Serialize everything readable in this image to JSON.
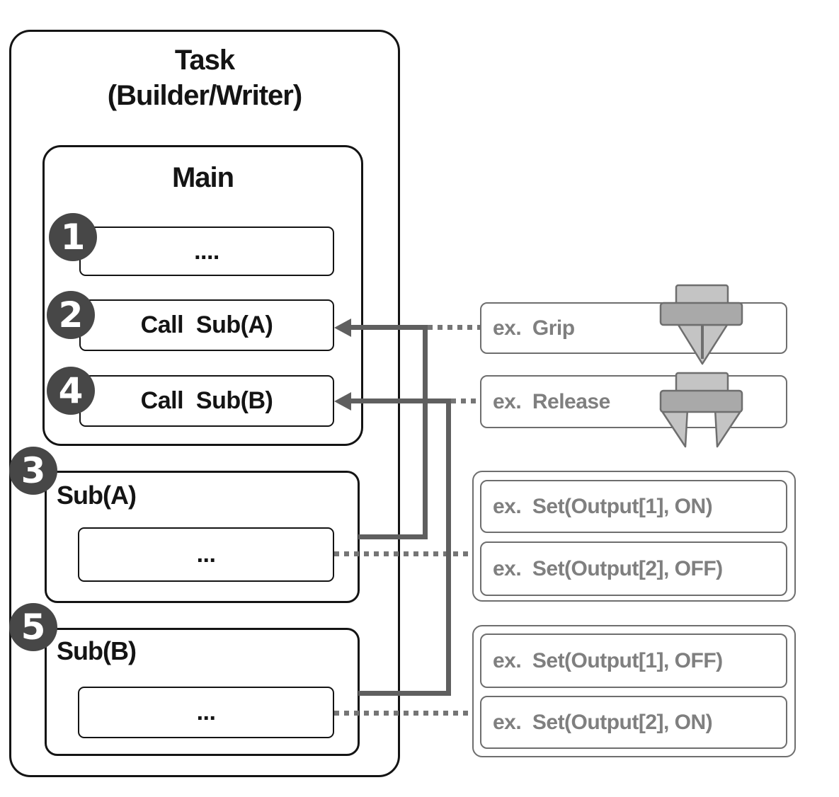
{
  "task": {
    "title_line1": "Task",
    "title_line2": "(Builder/Writer)"
  },
  "main": {
    "title": "Main",
    "steps": [
      {
        "num": "1",
        "label": "...."
      },
      {
        "num": "2",
        "label": "Call  Sub(A)"
      },
      {
        "num": "4",
        "label": "Call  Sub(B)"
      }
    ]
  },
  "subs": [
    {
      "num": "3",
      "title": "Sub(A)",
      "body": "..."
    },
    {
      "num": "5",
      "title": "Sub(B)",
      "body": "..."
    }
  ],
  "examples": {
    "grip_label": "ex.  Grip",
    "release_label": "ex.  Release",
    "set_a": [
      {
        "label": "ex.  Set(Output[1], ON)"
      },
      {
        "label": "ex.  Set(Output[2], OFF)"
      }
    ],
    "set_b": [
      {
        "label": "ex.  Set(Output[1], OFF)"
      },
      {
        "label": "ex.  Set(Output[2], ON)"
      }
    ]
  },
  "icons": {
    "grip": "gripper-closed-icon",
    "release": "gripper-open-icon"
  },
  "colors": {
    "black_border": "#141414",
    "circle_fill": "#474747",
    "solid_connector": "#5f5f5f",
    "dotted_connector": "#757575",
    "gray_border": "#6e6e6e",
    "gray_text": "#7f7f7f",
    "icon_light_gray": "#c4c4c4",
    "icon_mid_gray": "#a9a9a9"
  }
}
